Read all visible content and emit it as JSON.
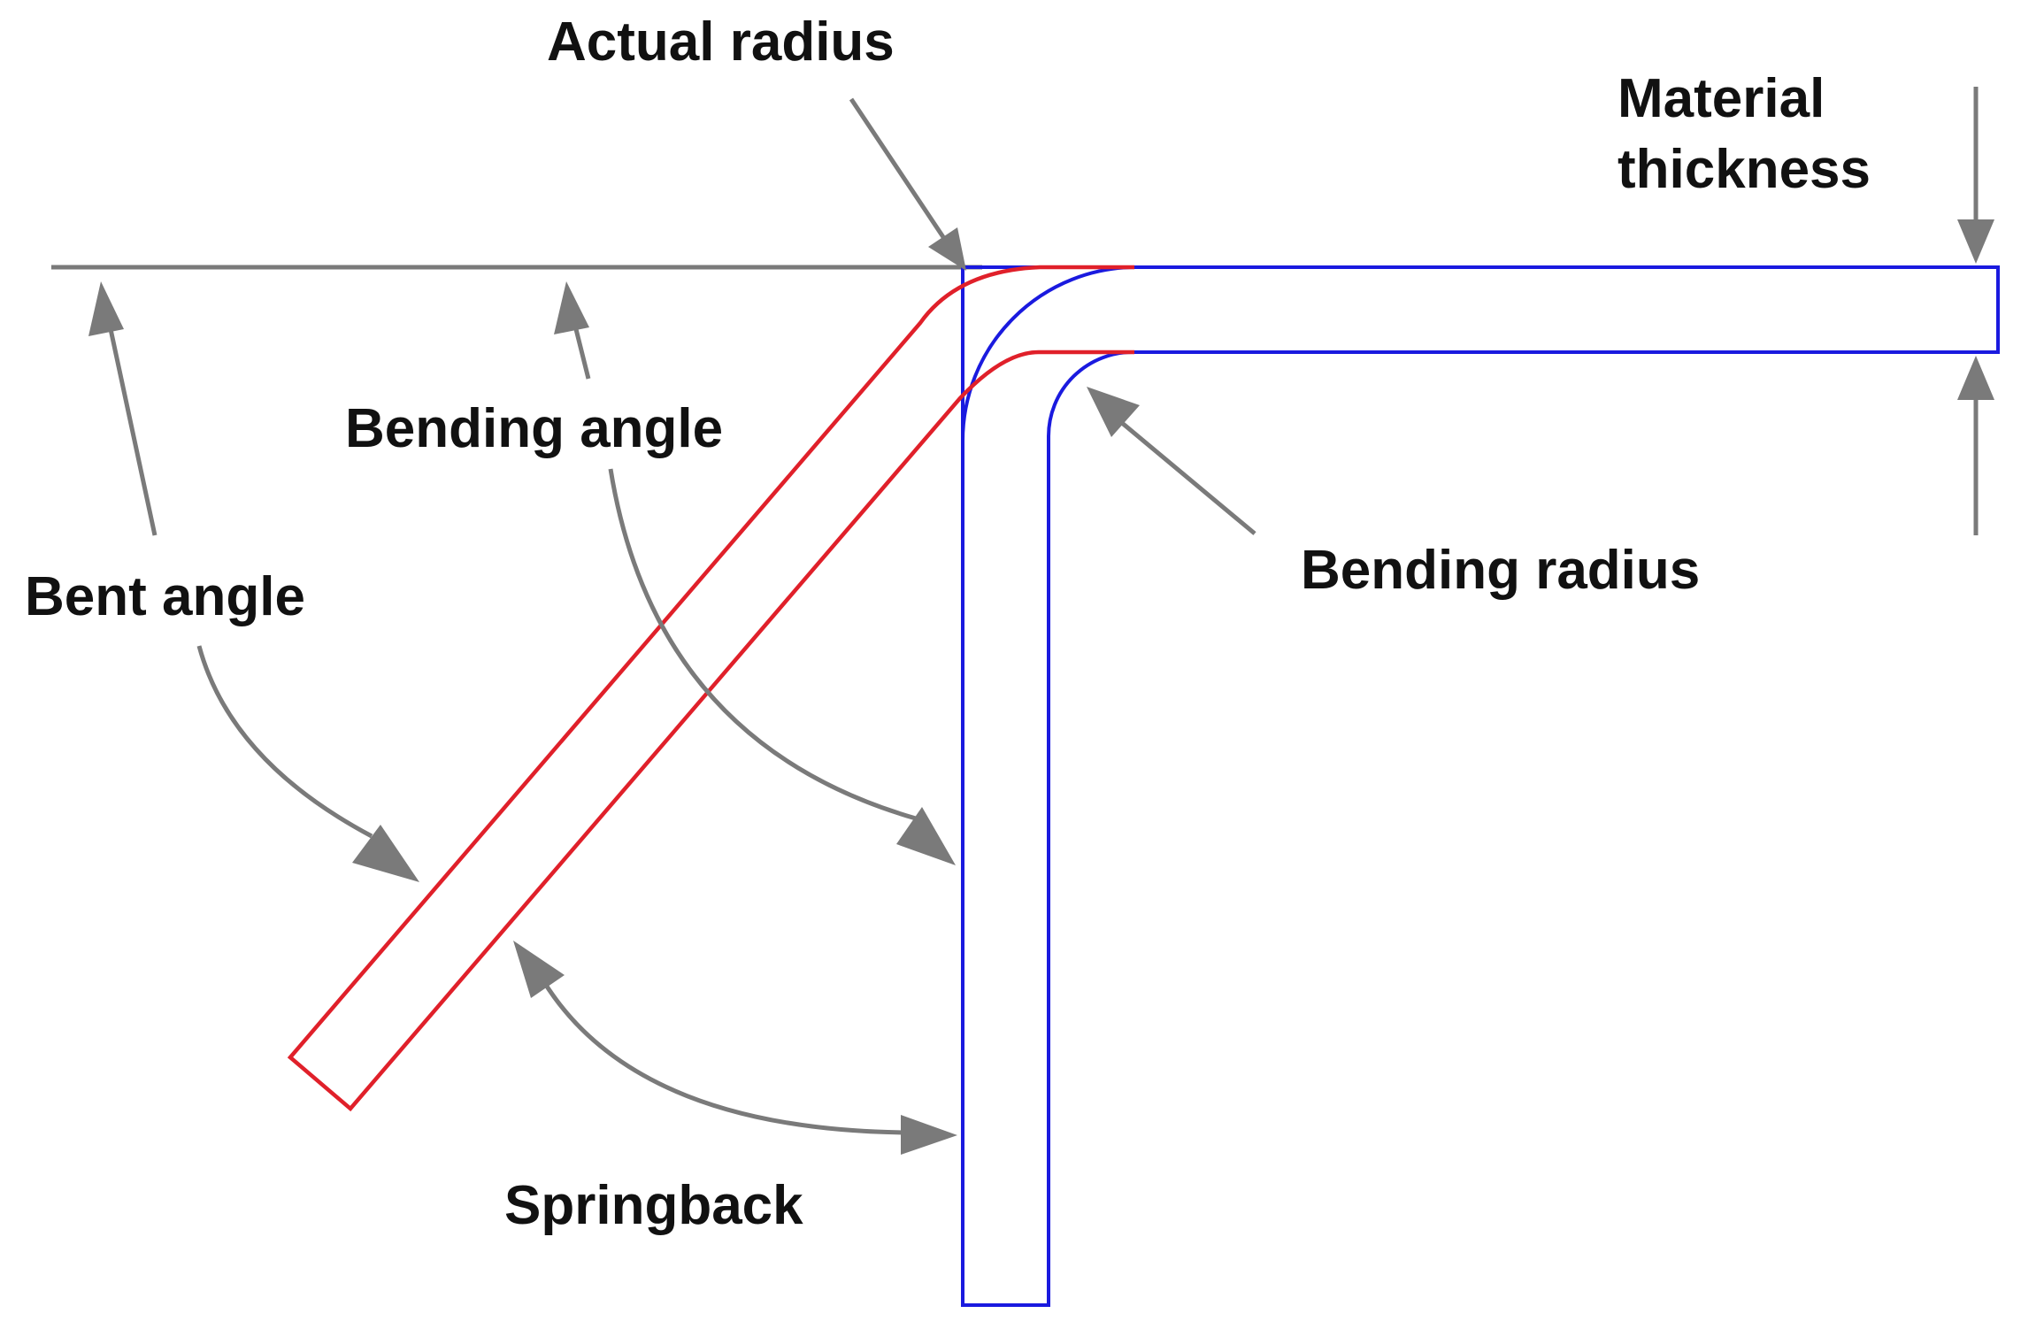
{
  "labels": {
    "actual_radius": "Actual radius",
    "material_thickness_line1": "Material",
    "material_thickness_line2": "thickness",
    "bending_angle": "Bending angle",
    "bent_angle": "Bent angle",
    "bending_radius": "Bending radius",
    "springback": "Springback"
  },
  "colors": {
    "bent_part": "#1a1adf",
    "sprung_part": "#e0202a",
    "annotation": "#7a7a7a",
    "text": "#111111"
  }
}
